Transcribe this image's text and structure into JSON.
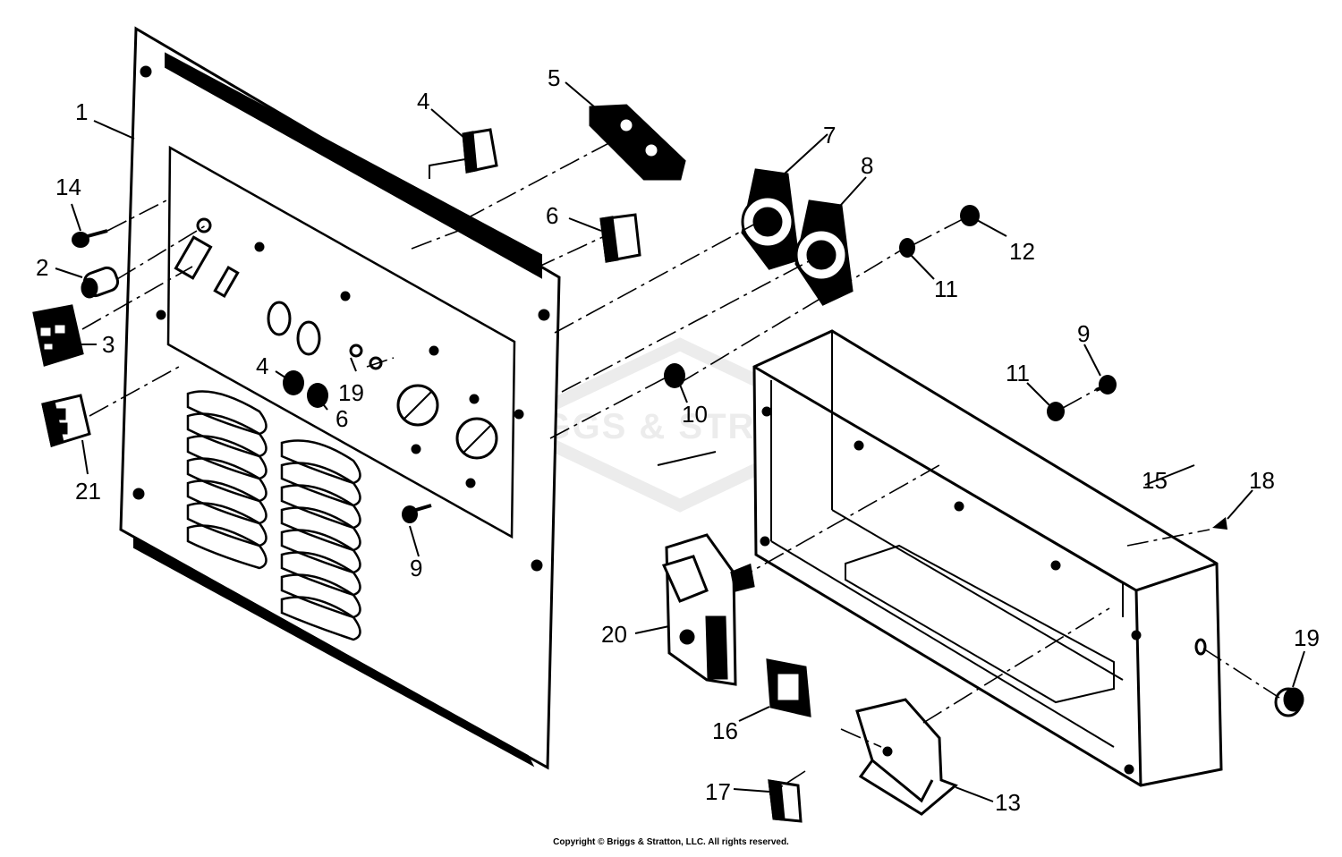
{
  "watermark": "BRIGGS & STRATTON",
  "copyright": "Copyright © Briggs & Stratton, LLC. All rights reserved.",
  "callouts": {
    "c1": "1",
    "c2": "2",
    "c3": "3",
    "c4a": "4",
    "c4b": "4",
    "c5": "5",
    "c6a": "6",
    "c6b": "6",
    "c7": "7",
    "c8": "8",
    "c9a": "9",
    "c9b": "9",
    "c10": "10",
    "c11a": "11",
    "c11b": "11",
    "c12": "12",
    "c13": "13",
    "c14": "14",
    "c15": "15",
    "c16": "16",
    "c17": "17",
    "c18": "18",
    "c19": "19",
    "c20": "20",
    "c21": "21",
    "c19b": "19"
  }
}
